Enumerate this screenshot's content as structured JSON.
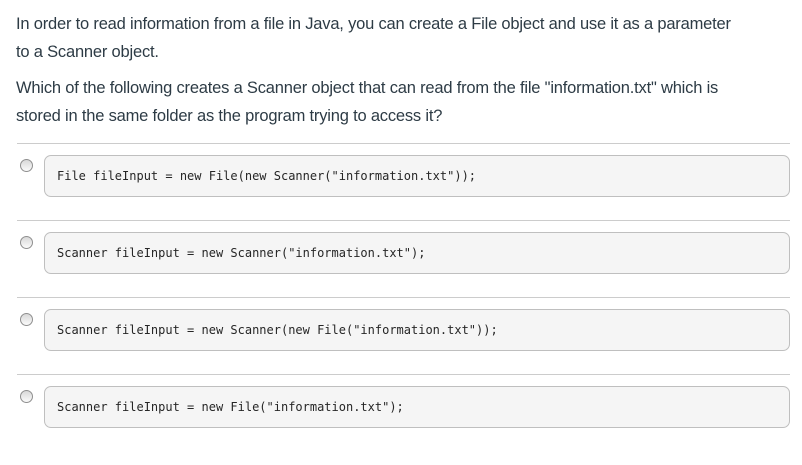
{
  "question": {
    "paragraphs": [
      {
        "line1": "In order to read information from a file in Java, you can create a File object and use it as a parameter",
        "line2": "to a Scanner object."
      },
      {
        "line1": "Which of the following creates a Scanner object that can read from the file \"information.txt\" which is",
        "line2": "stored in the same folder as the program trying to access it?"
      }
    ]
  },
  "answers": [
    {
      "code": "File fileInput = new File(new Scanner(\"information.txt\"));",
      "selected": false
    },
    {
      "code": "Scanner fileInput = new Scanner(\"information.txt\");",
      "selected": false
    },
    {
      "code": "Scanner fileInput = new Scanner(new File(\"information.txt\"));",
      "selected": false
    },
    {
      "code": "Scanner fileInput = new File(\"information.txt\");",
      "selected": false
    }
  ],
  "colors": {
    "question_text": "#2d3b45",
    "divider": "#cccccc",
    "code_box_background": "#f5f5f5",
    "code_box_border": "#bfbfbf",
    "code_text": "#262626"
  }
}
